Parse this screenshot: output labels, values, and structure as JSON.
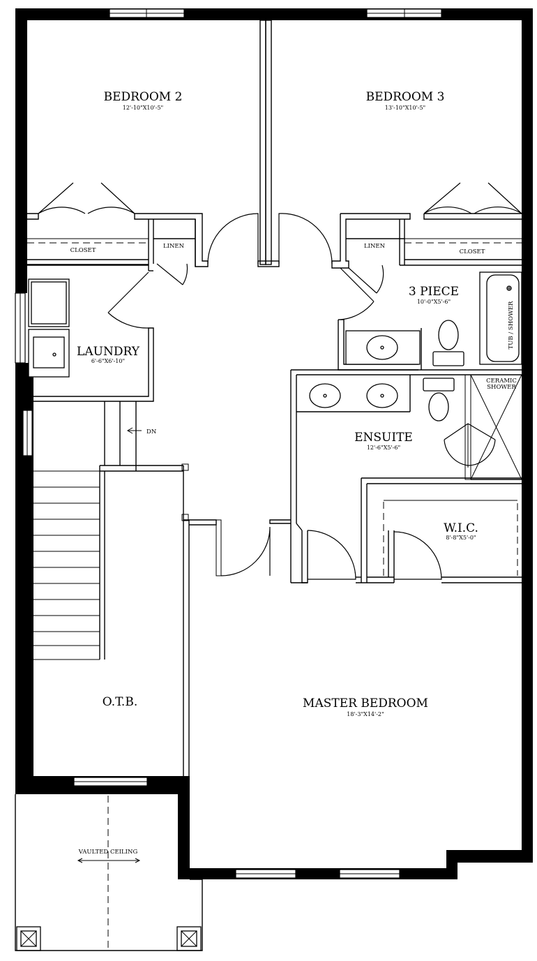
{
  "rooms": {
    "bedroom2": {
      "name": "BEDROOM 2",
      "dims": "12'-10\"X10'-5\""
    },
    "bedroom3": {
      "name": "BEDROOM 3",
      "dims": "13'-10\"X10'-5\""
    },
    "three_piece": {
      "name": "3 PIECE",
      "dims": "10'-0\"X5'-6\""
    },
    "laundry": {
      "name": "LAUNDRY",
      "dims": "6'-6\"X6'-10\""
    },
    "ensuite": {
      "name": "ENSUITE",
      "dims": "12'-6\"X5'-6\""
    },
    "wic": {
      "name": "W.I.C.",
      "dims": "8'-8\"X5'-0\""
    },
    "otb": {
      "name": "O.T.B."
    },
    "master": {
      "name": "MASTER BEDROOM",
      "dims": "18'-3\"X14'-2\""
    }
  },
  "labels": {
    "closet_left": "CLOSET",
    "closet_right": "CLOSET",
    "linen_left": "LINEN",
    "linen_right": "LINEN",
    "tub_shower": "TUB / SHOWER",
    "ceramic": "CERAMIC",
    "shower": "SHOWER",
    "down": "DN",
    "vaulted": "VAULTED CEILING"
  }
}
